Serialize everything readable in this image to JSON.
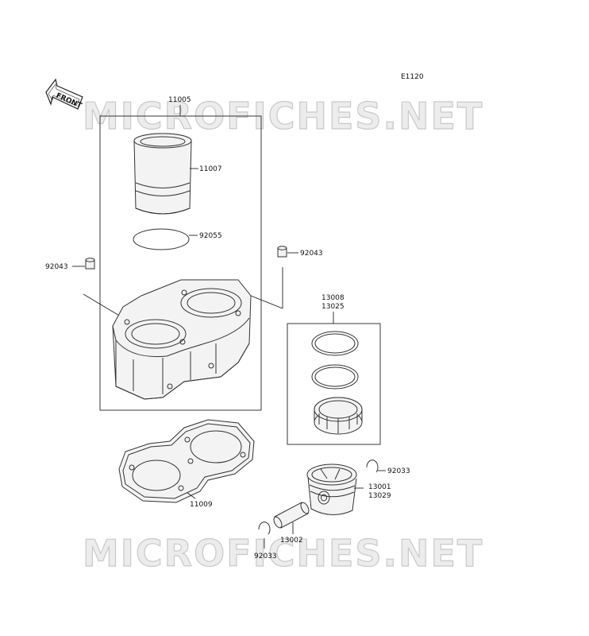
{
  "diagram": {
    "code": "E1120",
    "front_label": "FRONT",
    "watermark": "MICROFICHES.NET",
    "labels": {
      "p11005": "11005",
      "p11007": "11007",
      "p92055": "92055",
      "p92043_left": "92043",
      "p92043_right": "92043",
      "p13008": "13008",
      "p13025": "13025",
      "p11009": "11009",
      "p92033_right": "92033",
      "p13001": "13001",
      "p13029": "13029",
      "p13002": "13002",
      "p92033_bottom": "92033"
    }
  }
}
